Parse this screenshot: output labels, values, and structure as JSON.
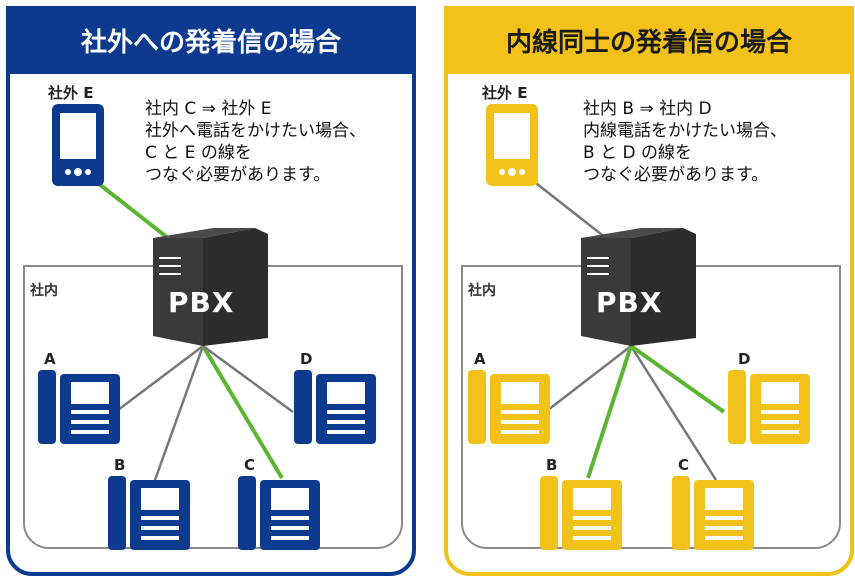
{
  "colors": {
    "blue": "#0b3a8f",
    "yellow": "#f2c21b",
    "green": "#5bb532",
    "line_gray": "#777777",
    "pbx": "#333333"
  },
  "left": {
    "title": "社外への発着信の場合",
    "inner_label": "社内",
    "external_label": "社外 E",
    "pbx_label": "PBX",
    "desc": [
      "社内 C ⇒ 社外 E",
      "社外へ電話をかけたい場合、",
      "C と E の線を",
      "つなぐ必要があります。"
    ],
    "phones": [
      "A",
      "B",
      "C",
      "D"
    ],
    "active_phone": "C"
  },
  "right": {
    "title": "内線同士の発着信の場合",
    "inner_label": "社内",
    "external_label": "社外 E",
    "pbx_label": "PBX",
    "desc": [
      "社内 B ⇒ 社内 D",
      "内線電話をかけたい場合、",
      "B と D の線を",
      "つなぐ必要があります。"
    ],
    "phones": [
      "A",
      "B",
      "C",
      "D"
    ],
    "active_phones": [
      "B",
      "D"
    ]
  }
}
